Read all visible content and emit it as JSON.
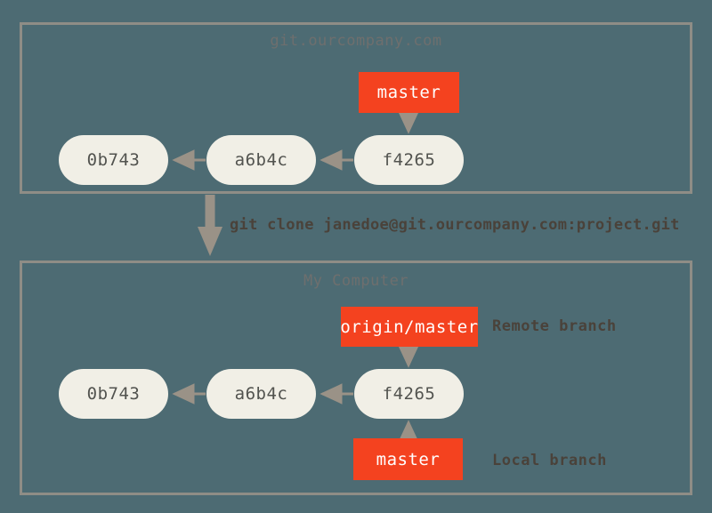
{
  "colors": {
    "background": "#4d6b73",
    "panel_border": "#8f8d86",
    "commit_fill": "#f1efe6",
    "commit_text": "#52534f",
    "branch_fill": "#f4421f",
    "branch_text": "#ffffff",
    "title_text": "#6e6f6e",
    "label_text": "#4a423a",
    "arrow": "#9a9287"
  },
  "remote_panel": {
    "title": "git.ourcompany.com",
    "branch_label": "master",
    "commits": [
      {
        "id": "0b743"
      },
      {
        "id": "a6b4c"
      },
      {
        "id": "f4265"
      }
    ]
  },
  "clone_command": "git clone janedoe@git.ourcompany.com:project.git",
  "local_panel": {
    "title": "My Computer",
    "remote_branch_label": "origin/master",
    "remote_branch_caption": "Remote branch",
    "local_branch_label": "master",
    "local_branch_caption": "Local branch",
    "commits": [
      {
        "id": "0b743"
      },
      {
        "id": "a6b4c"
      },
      {
        "id": "f4265"
      }
    ]
  }
}
